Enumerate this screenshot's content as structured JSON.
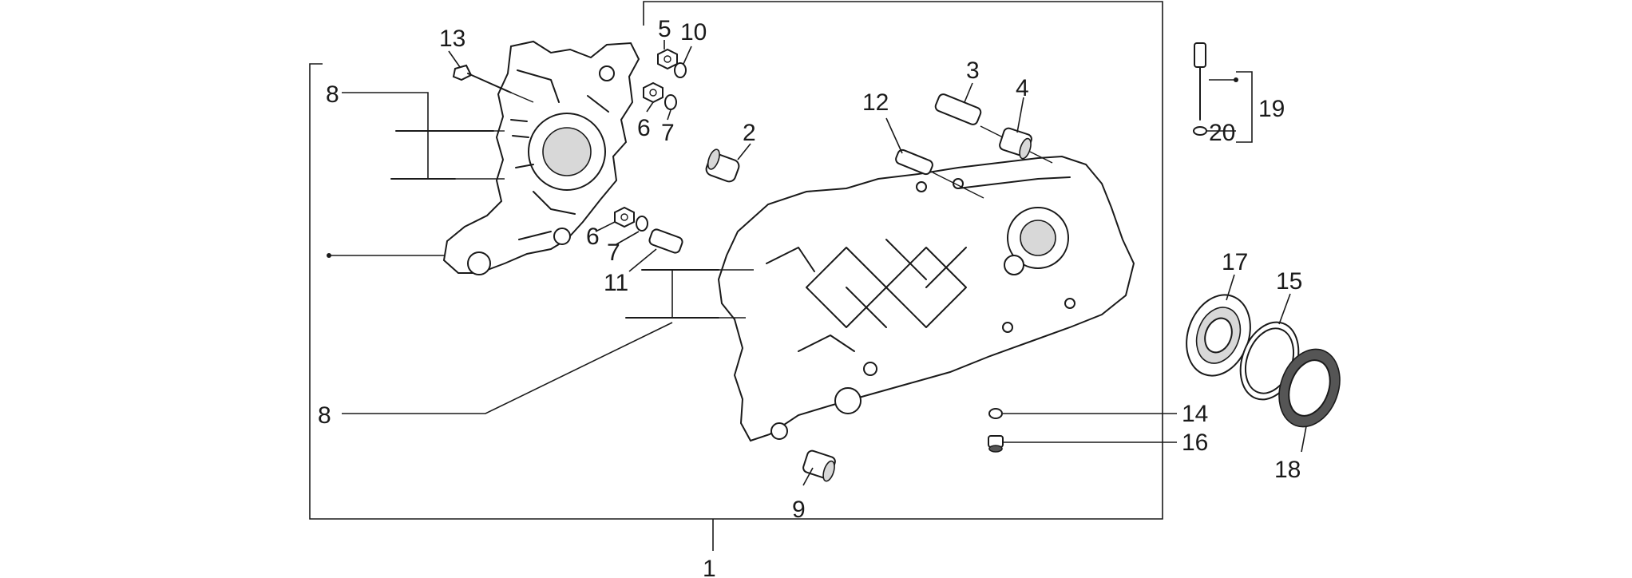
{
  "callouts": {
    "c1": "1",
    "c2": "2",
    "c3": "3",
    "c4": "4",
    "c5": "5",
    "c6a": "6",
    "c6b": "6",
    "c7a": "7",
    "c7b": "7",
    "c8a": "8",
    "c8b": "8",
    "c9": "9",
    "c10": "10",
    "c11": "11",
    "c12": "12",
    "c13": "13",
    "c14": "14",
    "c15": "15",
    "c16": "16",
    "c17": "17",
    "c18": "18",
    "c19": "19",
    "c20": "20"
  },
  "parts": [
    {
      "ref": "1",
      "item": "crankcase-assembly"
    },
    {
      "ref": "2",
      "item": "bushing"
    },
    {
      "ref": "3",
      "item": "dowel-sleeve"
    },
    {
      "ref": "4",
      "item": "bushing"
    },
    {
      "ref": "5",
      "item": "nut"
    },
    {
      "ref": "6",
      "item": "nut"
    },
    {
      "ref": "7",
      "item": "washer"
    },
    {
      "ref": "8",
      "item": "stud-bolt"
    },
    {
      "ref": "9",
      "item": "bushing"
    },
    {
      "ref": "10",
      "item": "washer"
    },
    {
      "ref": "11",
      "item": "dowel-pin"
    },
    {
      "ref": "12",
      "item": "dowel-pin"
    },
    {
      "ref": "13",
      "item": "screw"
    },
    {
      "ref": "14",
      "item": "sealing-washer"
    },
    {
      "ref": "15",
      "item": "circlip"
    },
    {
      "ref": "16",
      "item": "drain-plug"
    },
    {
      "ref": "17",
      "item": "bearing"
    },
    {
      "ref": "18",
      "item": "oil-seal"
    },
    {
      "ref": "19",
      "item": "dipstick-assembly"
    },
    {
      "ref": "20",
      "item": "o-ring"
    }
  ]
}
